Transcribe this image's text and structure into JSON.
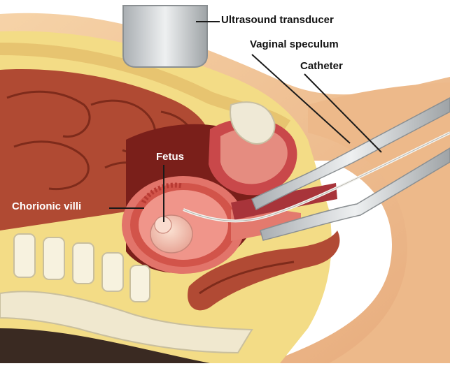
{
  "labels": {
    "ultrasound_transducer": "Ultrasound transducer",
    "vaginal_speculum": "Vaginal speculum",
    "catheter": "Catheter",
    "fetus": "Fetus",
    "chorionic_villi": "Chorionic villi"
  },
  "colors": {
    "skin": "#f2c79a",
    "fat": "#f3dc86",
    "intestine": "#b4452e",
    "uterus": "#e2746a",
    "bone": "#f7f2df",
    "metal": "#d9dcde",
    "label_text": "#141414"
  }
}
